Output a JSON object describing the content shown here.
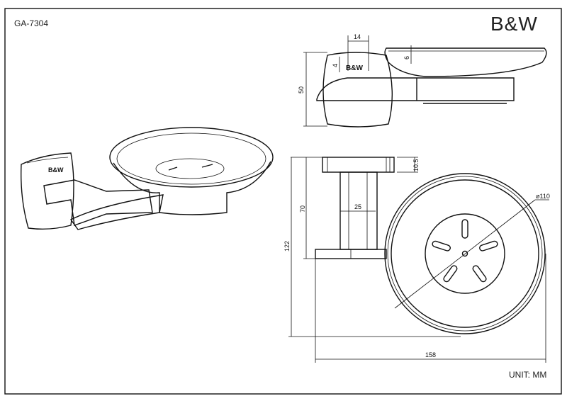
{
  "drawing": {
    "model_number": "GA-7304",
    "brand_logo": "B&W",
    "unit_label": "UNIT: MM",
    "product_mark": "B&W"
  },
  "dimensions": {
    "side_width_14": "14",
    "side_logo_4": "4",
    "side_rim_6": "6",
    "side_height_50": "50",
    "top_plate_10_5": "10.5",
    "top_depth_70": "70",
    "top_post_25": "25",
    "top_total_122": "122",
    "dish_diameter": "ø110",
    "overall_length_158": "158"
  }
}
